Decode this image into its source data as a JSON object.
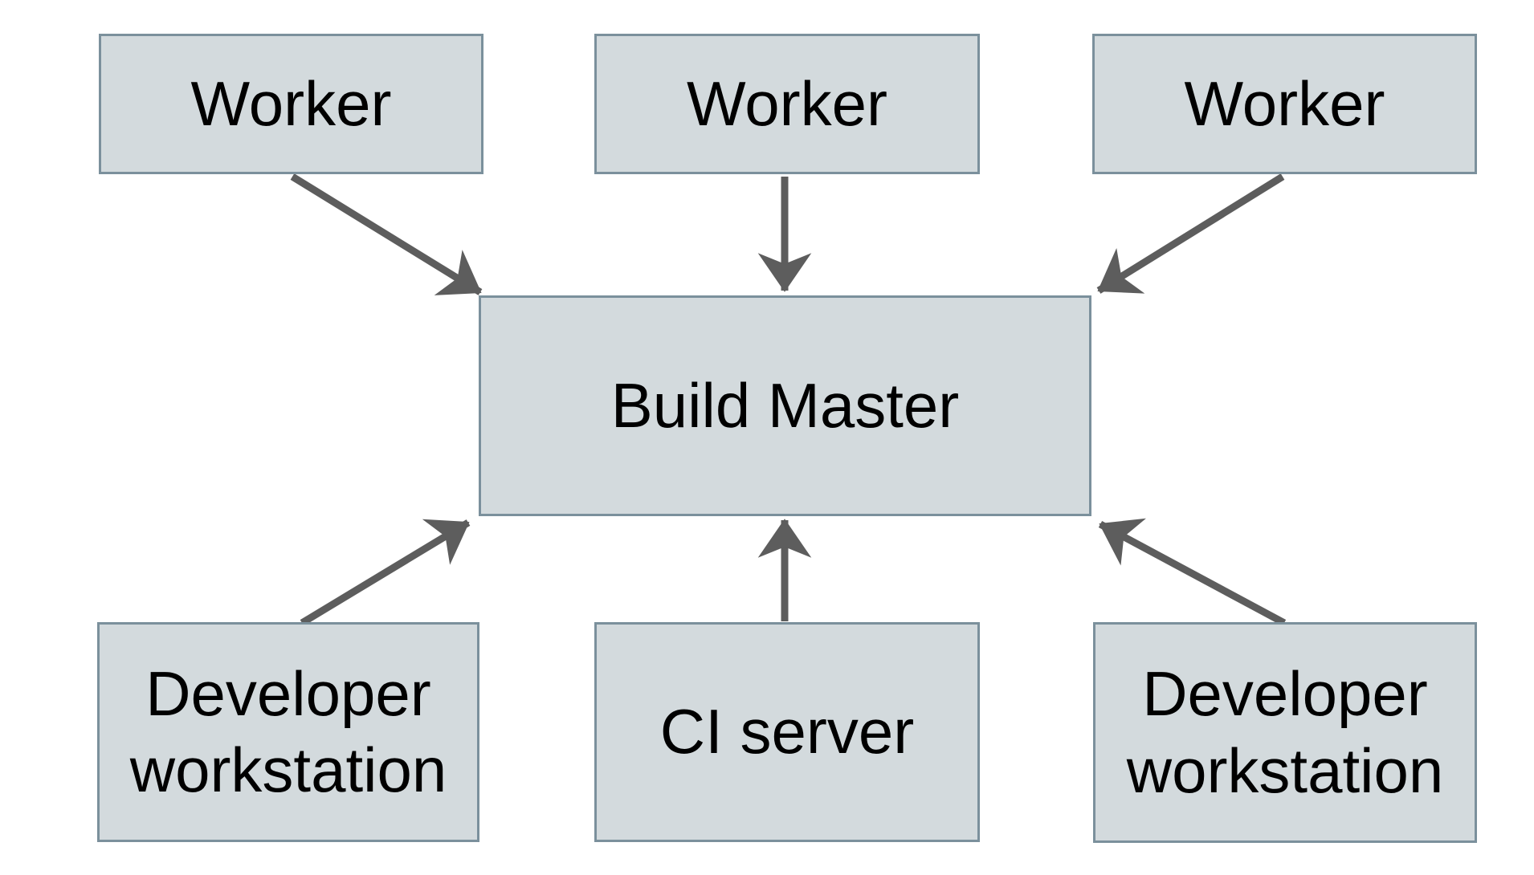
{
  "diagram": {
    "nodes": [
      {
        "id": "worker-1",
        "label": "Worker"
      },
      {
        "id": "worker-2",
        "label": "Worker"
      },
      {
        "id": "worker-3",
        "label": "Worker"
      },
      {
        "id": "build-master",
        "label": "Build Master"
      },
      {
        "id": "developer-workstation-1",
        "label": "Developer workstation"
      },
      {
        "id": "ci-server",
        "label": "CI server"
      },
      {
        "id": "developer-workstation-2",
        "label": "Developer workstation"
      }
    ],
    "edges": [
      {
        "from": "worker-1",
        "to": "build-master"
      },
      {
        "from": "worker-2",
        "to": "build-master"
      },
      {
        "from": "worker-3",
        "to": "build-master"
      },
      {
        "from": "developer-workstation-1",
        "to": "build-master"
      },
      {
        "from": "ci-server",
        "to": "build-master"
      },
      {
        "from": "developer-workstation-2",
        "to": "build-master"
      }
    ],
    "colors": {
      "background": "#ffffff",
      "node_fill": "#d3dadd",
      "node_border": "#7b909c",
      "arrow": "#5d5d5d",
      "text": "#000000"
    }
  }
}
